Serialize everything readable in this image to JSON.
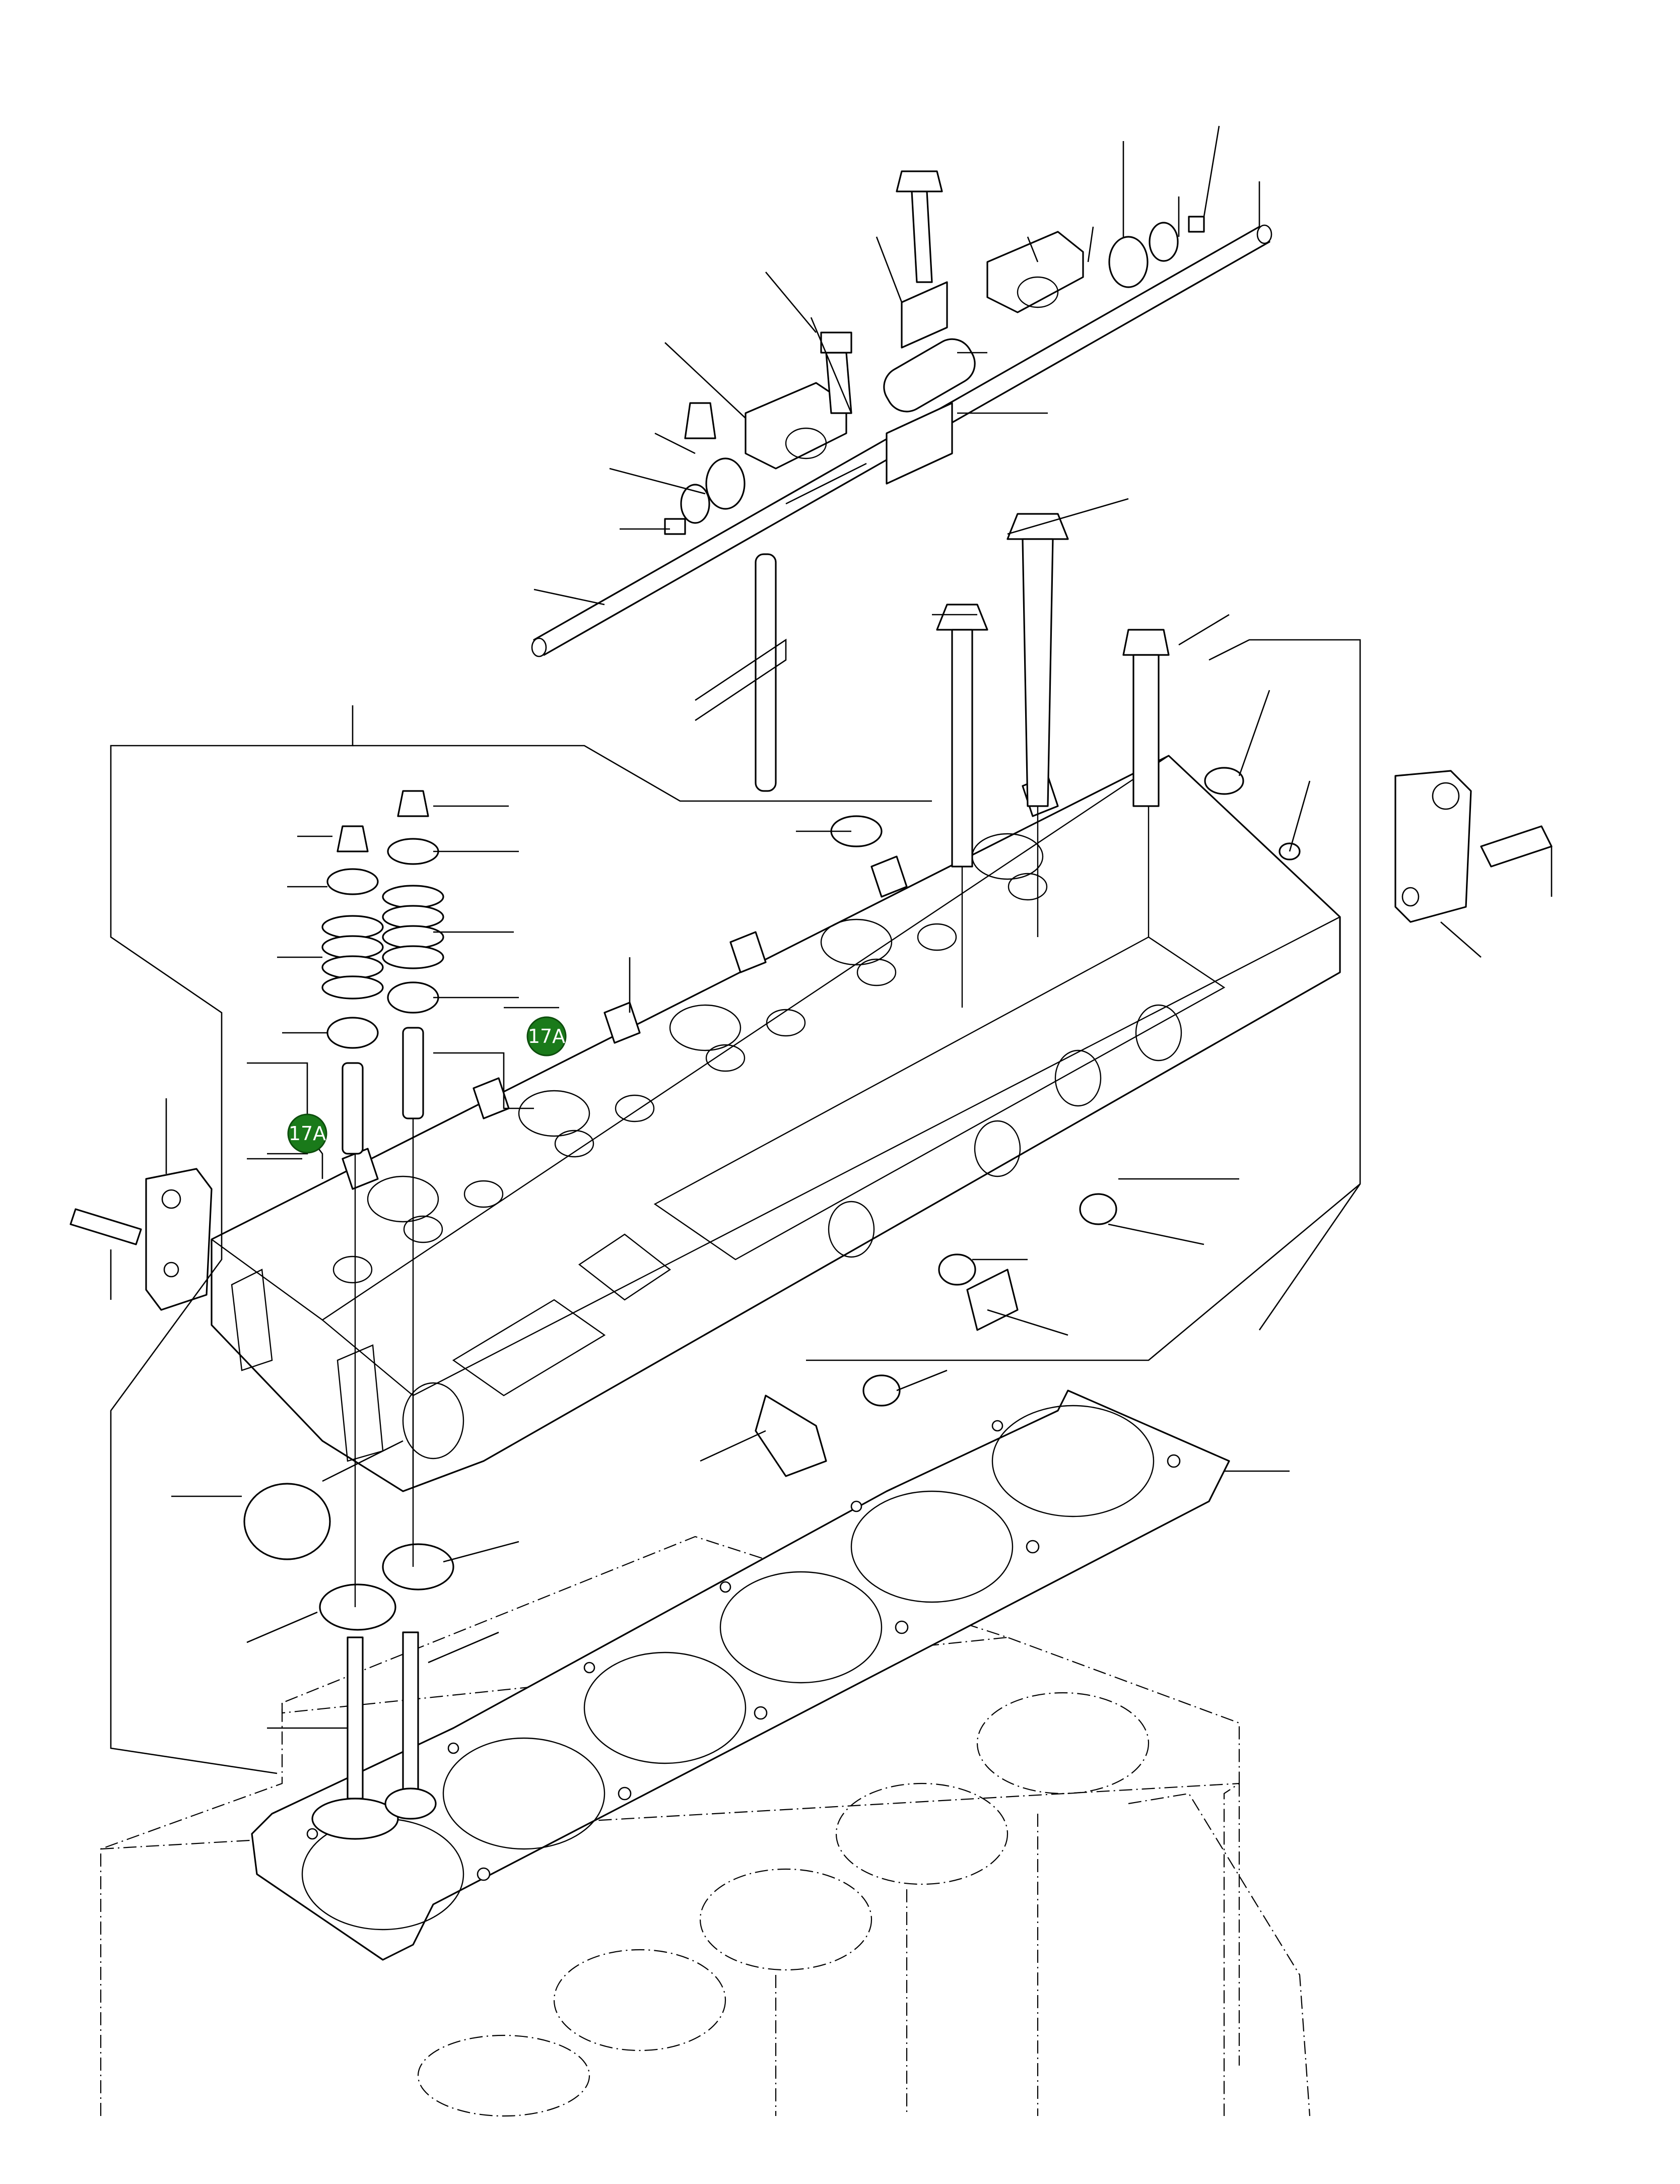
{
  "diagram": {
    "callouts": [
      {
        "id": "callout-17a-upper",
        "label": "17A"
      },
      {
        "id": "callout-17a-lower",
        "label": "17A"
      }
    ],
    "colors": {
      "callout_fill": "#1a7a1a",
      "line": "#000000",
      "background": "#ffffff"
    }
  }
}
